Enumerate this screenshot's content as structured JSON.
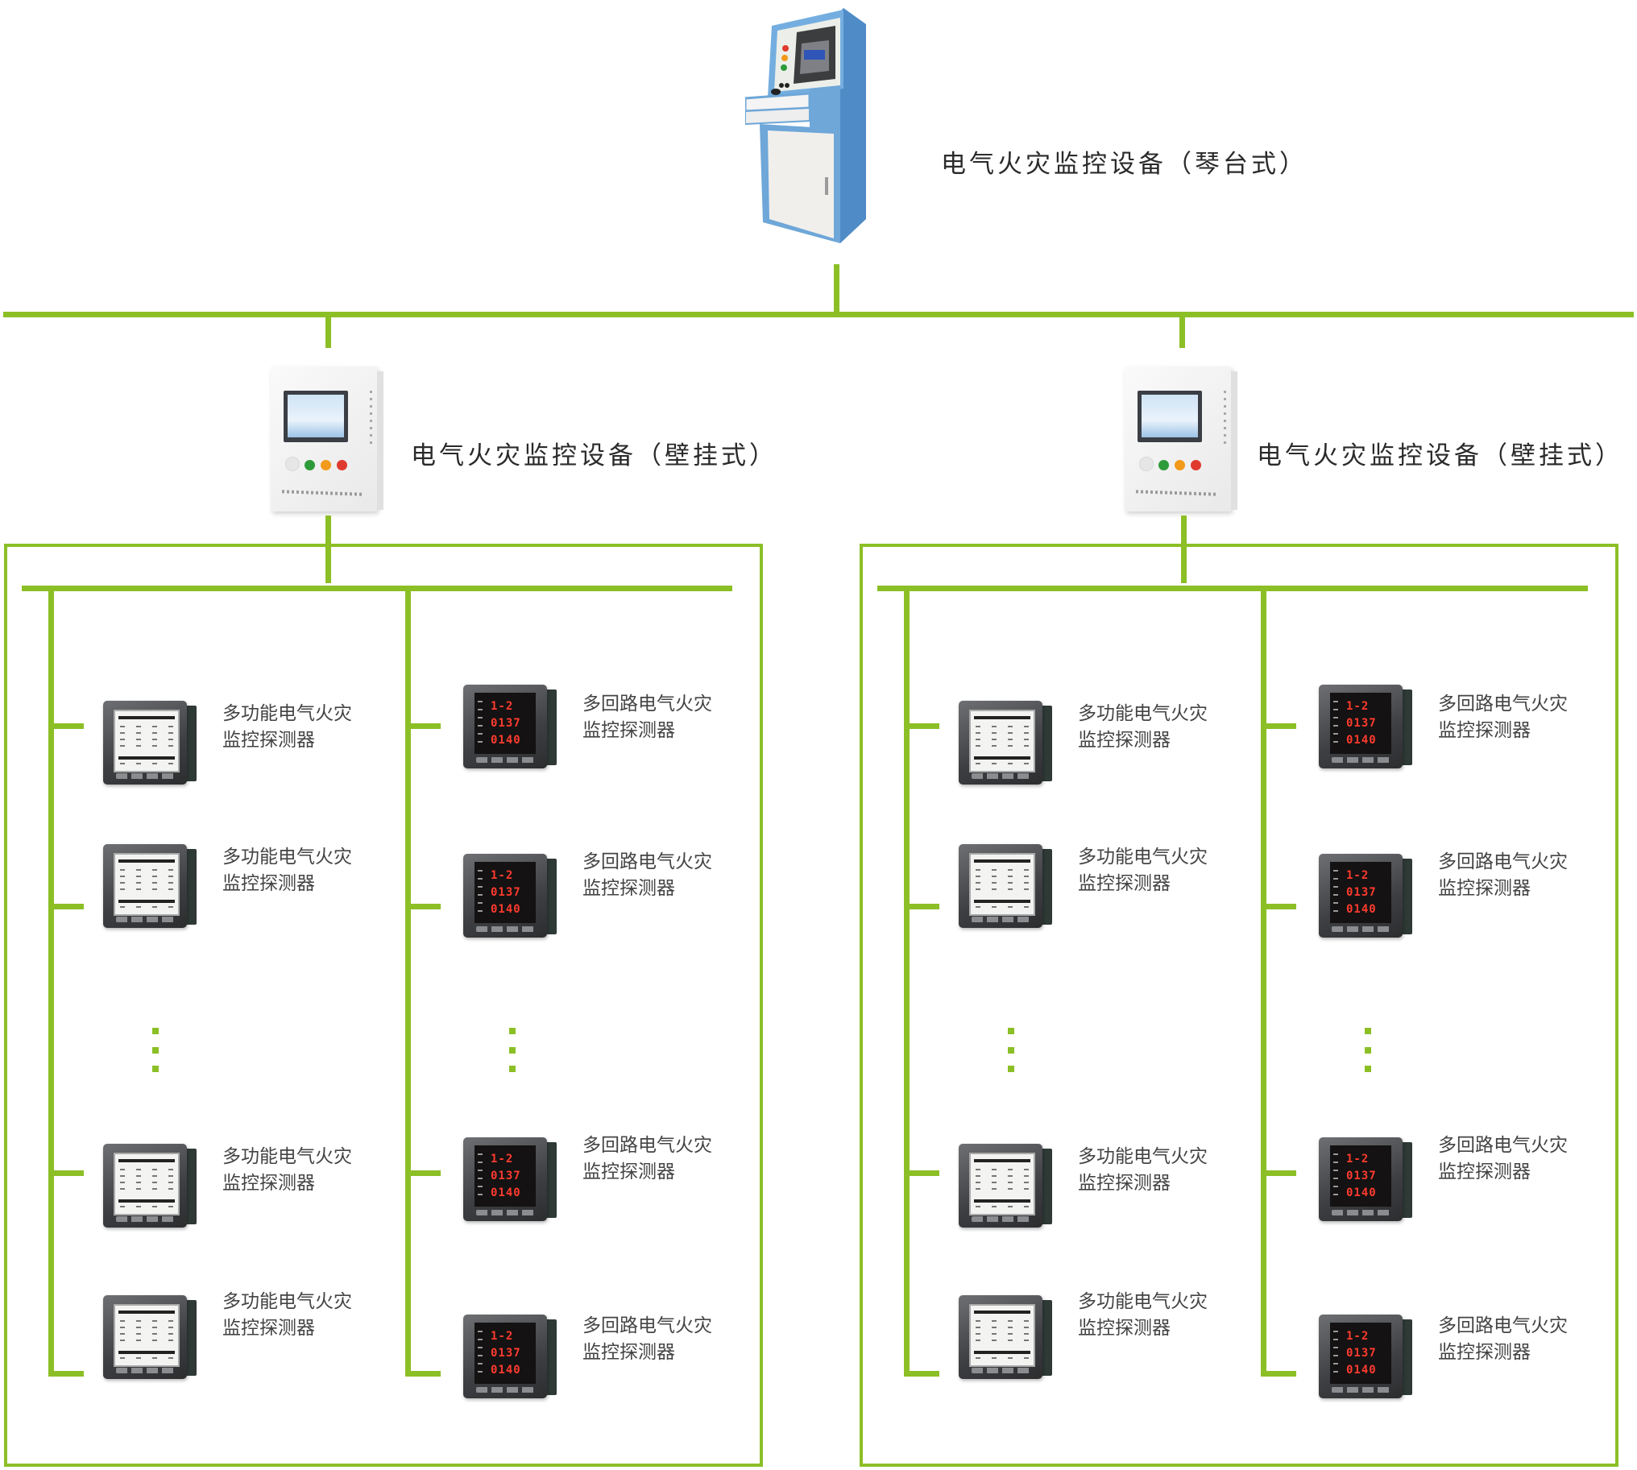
{
  "diagram": {
    "title_nodes": {
      "console": {
        "label": "电气火灾监控设备（琴台式）"
      },
      "wall_left": {
        "label": "电气火灾监控设备（壁挂式）"
      },
      "wall_right": {
        "label": "电气火灾监控设备（壁挂式）"
      }
    },
    "colors": {
      "line": "#8cbf26",
      "console_blue": "#6ea7d8",
      "led_red": "#ff3b2f",
      "indicator_green": "#2e9b3a",
      "indicator_orange": "#f29a1b",
      "indicator_red": "#e03a2f"
    },
    "device_types": {
      "multifunction": "多功能电气火灾\n监控探测器",
      "multicircuit": "多回路电气火灾\n监控探测器"
    },
    "led_readout": [
      "1-2",
      "0137",
      "0140"
    ],
    "groups": [
      {
        "name": "left",
        "columns": [
          {
            "type": "multifunction",
            "items": [
              {
                "line1": "多功能电气火灾",
                "line2": "监控探测器"
              },
              {
                "line1": "多功能电气火灾",
                "line2": "监控探测器"
              },
              {
                "line1": "多功能电气火灾",
                "line2": "监控探测器"
              },
              {
                "line1": "多功能电气火灾",
                "line2": "监控探测器"
              }
            ],
            "ellipsis": "⋮"
          },
          {
            "type": "multicircuit",
            "items": [
              {
                "line1": "多回路电气火灾",
                "line2": "监控探测器"
              },
              {
                "line1": "多回路电气火灾",
                "line2": "监控探测器"
              },
              {
                "line1": "多回路电气火灾",
                "line2": "监控探测器"
              },
              {
                "line1": "多回路电气火灾",
                "line2": "监控探测器"
              }
            ],
            "ellipsis": "⋮"
          }
        ]
      },
      {
        "name": "right",
        "columns": [
          {
            "type": "multifunction",
            "items": [
              {
                "line1": "多功能电气火灾",
                "line2": "监控探测器"
              },
              {
                "line1": "多功能电气火灾",
                "line2": "监控探测器"
              },
              {
                "line1": "多功能电气火灾",
                "line2": "监控探测器"
              },
              {
                "line1": "多功能电气火灾",
                "line2": "监控探测器"
              }
            ],
            "ellipsis": "⋮"
          },
          {
            "type": "multicircuit",
            "items": [
              {
                "line1": "多回路电气火灾",
                "line2": "监控探测器"
              },
              {
                "line1": "多回路电气火灾",
                "line2": "监控探测器"
              },
              {
                "line1": "多回路电气火灾",
                "line2": "监控探测器"
              },
              {
                "line1": "多回路电气火灾",
                "line2": "监控探测器"
              }
            ],
            "ellipsis": "⋮"
          }
        ]
      }
    ]
  }
}
